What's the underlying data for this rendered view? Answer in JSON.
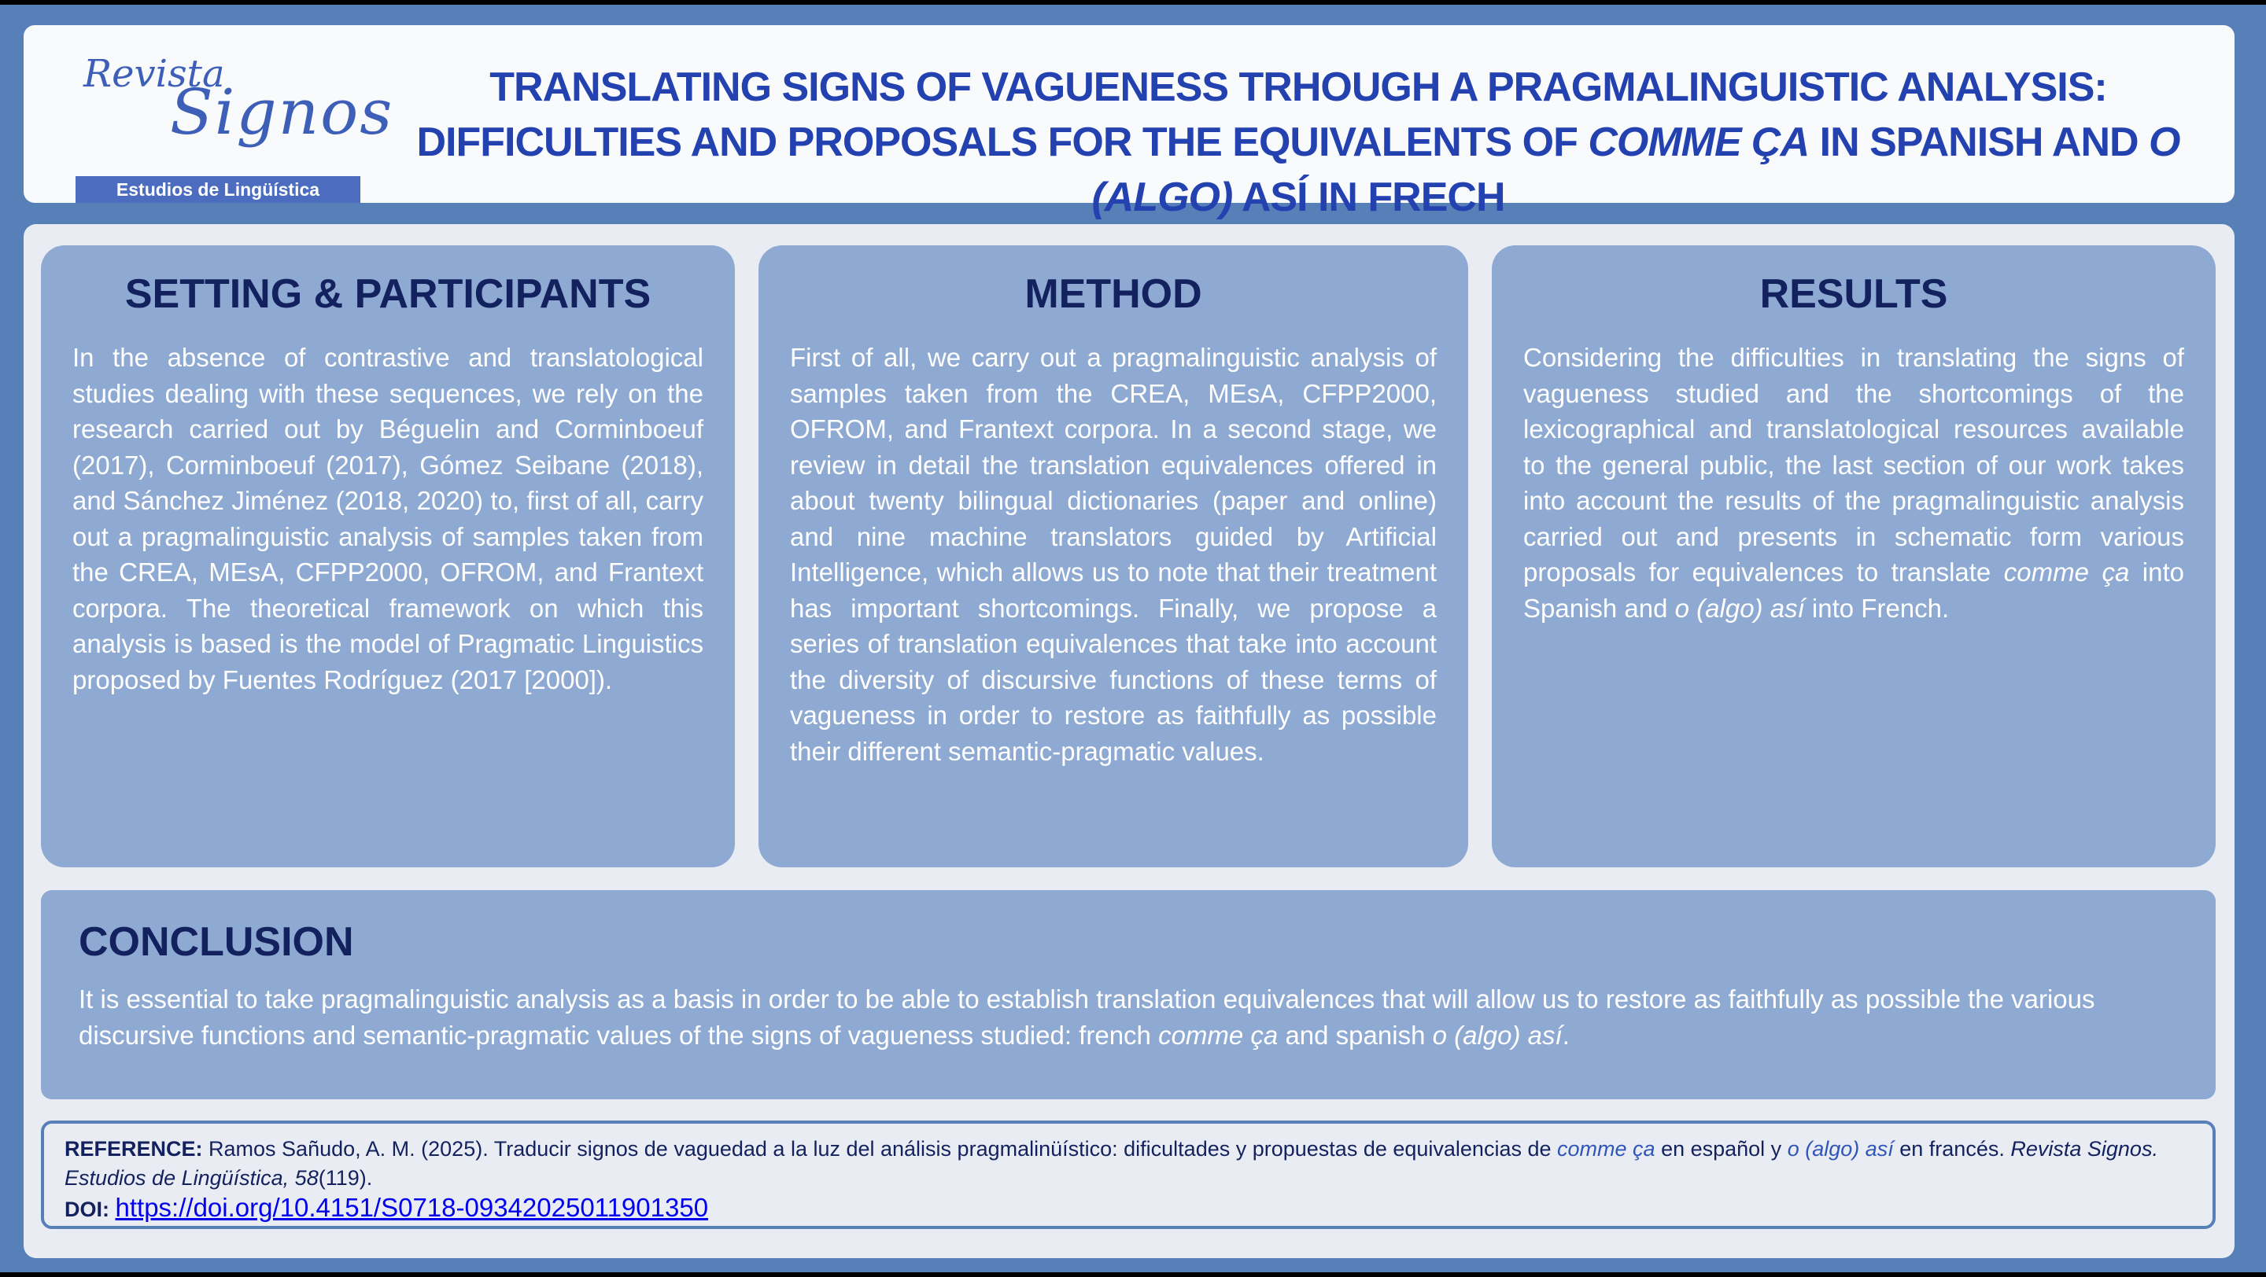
{
  "logo": {
    "line1": "Revista",
    "line2": "Signos",
    "line3": "Estudios de Lingüística"
  },
  "title": {
    "part1": "TRANSLATING SIGNS OF VAGUENESS TRHOUGH A PRAGMALINGUISTIC ANALYSIS: DIFFICULTIES AND PROPOSALS FOR THE EQUIVALENTS OF ",
    "italic1": "COMME ÇA",
    "part2": " IN SPANISH AND ",
    "italic2": "O (ALGO)",
    "part3": " ASÍ IN FRECH"
  },
  "setting": {
    "heading": "SETTING & PARTICIPANTS",
    "body": "In the absence of contrastive and translatological studies dealing with these sequences, we rely on the research carried out by Béguelin and Corminboeuf (2017), Corminboeuf (2017), Gómez Seibane (2018), and Sánchez Jiménez (2018, 2020) to, first of all, carry out a pragmalinguistic analysis of samples taken from the CREA, MEsA, CFPP2000, OFROM, and Frantext corpora. The theoretical framework on which this analysis is based is the model of Pragmatic Linguistics proposed by Fuentes Rodríguez (2017 [2000])."
  },
  "method": {
    "heading": "METHOD",
    "body": "First of all, we carry out a pragmalinguistic analysis of samples taken from the CREA, MEsA, CFPP2000, OFROM, and Frantext corpora. In a second stage, we review in detail the translation equivalences offered in about twenty bilingual dictionaries (paper and online) and nine machine translators guided by Artificial Intelligence, which allows us to note that their treatment has important shortcomings. Finally, we propose a series of translation equivalences that take into account the diversity of discursive functions of these terms of vagueness in order to restore as faithfully as possible their different semantic-pragmatic values."
  },
  "results": {
    "heading": "RESULTS",
    "body1": "Considering the difficulties in translating the signs of vagueness studied and the shortcomings of the lexicographical and translatological resources available to the general public, the last section of our work takes into account the results of the pragmalinguistic analysis carried out and presents in schematic form various proposals for equivalences to translate ",
    "italic1": "comme ça",
    "body2": " into Spanish and ",
    "italic2": "o (algo) así",
    "body3": " into French."
  },
  "conclusion": {
    "heading": "CONCLUSION",
    "body1": "It is essential to take pragmalinguistic analysis as a basis in order to be able to establish translation equivalences that will allow us to restore as faithfully as possible the various discursive functions and semantic-pragmatic values of the signs of vagueness studied: french ",
    "italic1": "comme ça",
    "body2": " and spanish ",
    "italic2": "o (algo) así",
    "body3": "."
  },
  "reference": {
    "label": "REFERENCE:",
    "text1": " Ramos Sañudo, A. M. (2025). Traducir signos de vaguedad a la luz del análisis pragmalinüístico: dificultades y propuestas de equivalencias de ",
    "blue1": "comme ça",
    "text2": " en español y ",
    "blue2": "o (algo) así",
    "text3": " en francés. ",
    "journal": "Revista Signos. Estudios de Lingüística, 58",
    "issue": "(119).",
    "doi_label": "DOI:",
    "doi_url": "https://doi.org/10.4151/S0718-09342025011901350"
  }
}
